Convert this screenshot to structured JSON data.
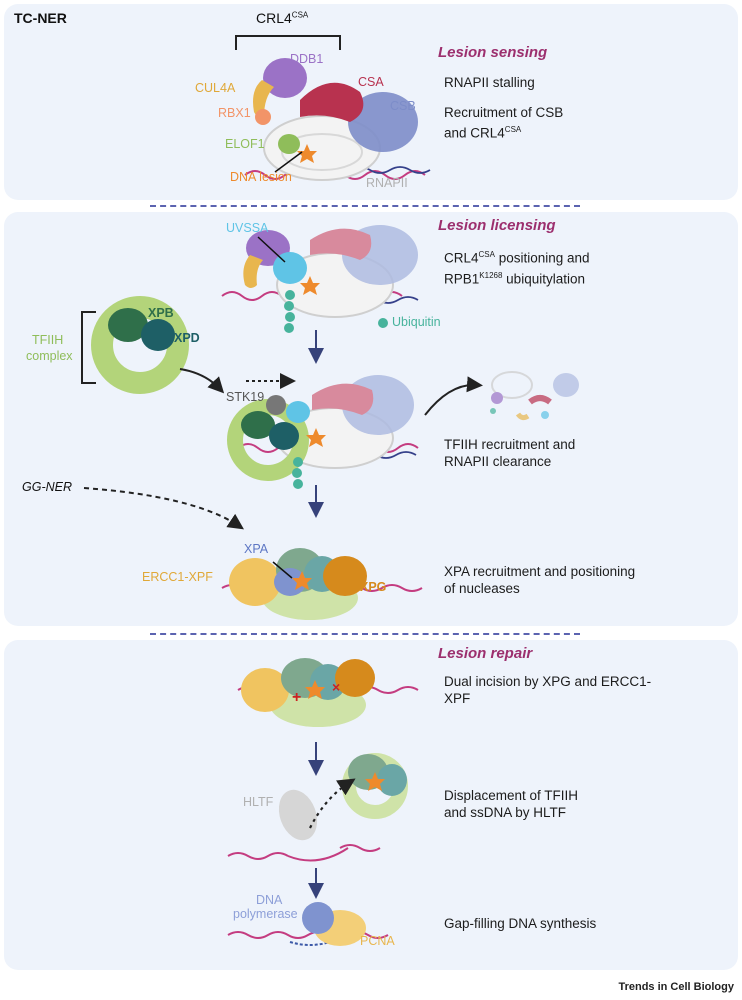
{
  "header": {
    "title": "TC-NER"
  },
  "complex_label": {
    "main": "CRL4",
    "sup": "CSA"
  },
  "stages": [
    {
      "title": "Lesion sensing"
    },
    {
      "title": "Lesion licensing"
    },
    {
      "title": "Lesion repair"
    }
  ],
  "steps": {
    "s1a": "RNAPII stalling",
    "s1b_main": "Recruitment of CSB",
    "s1b_line2": "and CRL4",
    "s1b_sup": "CSA",
    "s2a_main": "CRL4",
    "s2a_sup": "CSA",
    "s2a_rest": " positioning and",
    "s2a_line2": "RPB1",
    "s2a_sup2": "K1268",
    "s2a_rest2": " ubiquitylation",
    "s3a": "TFIIH recruitment and",
    "s3b": "RNAPII clearance",
    "s4a": "XPA recruitment and positioning",
    "s4b": "of nucleases",
    "s5a": "Dual incision by XPG and ERCC1-",
    "s5b": "XPF",
    "s6a": "Displacement of TFIIH",
    "s6b": "and ssDNA by HLTF",
    "s7": "Gap-filling DNA synthesis"
  },
  "labels": {
    "ddb1": "DDB1",
    "cul4a": "CUL4A",
    "csa": "CSA",
    "rbx1": "RBX1",
    "csb": "CSB",
    "elof1": "ELOF1",
    "dna_lesion": "DNA lesion",
    "rnapii": "RNAPII",
    "uvssa": "UVSSA",
    "ubiquitin": "Ubiquitin",
    "xpb": "XPB",
    "xpd": "XPD",
    "tfiih_1": "TFIIH",
    "tfiih_2": "complex",
    "stk19": "STK19",
    "ggner": "GG-NER",
    "xpa": "XPA",
    "ercc1xpf": "ERCC1-XPF",
    "xpg": "XPG",
    "hltf": "HLTF",
    "dnapol_1": "DNA",
    "dnapol_2": "polymerase",
    "pcna": "PCNA"
  },
  "footer": {
    "brand": "Trends in Cell Biology"
  },
  "colors": {
    "panel": "#eef3fb",
    "stage_title": "#9c2f6e",
    "ddb1": "#9b72c6",
    "cul4a": "#e8b64e",
    "csa": "#b8324f",
    "rbx1": "#f29468",
    "csb": "#7d8dc9",
    "elof1": "#8fbd5a",
    "lesion": "#ee8a2c",
    "uvssa": "#5fc4e6",
    "ubiquitin": "#47b39c",
    "xpb": "#2f6f4a",
    "xpd": "#1e5f66",
    "tfiih": "#b3d47a",
    "xpa": "#7f93cf",
    "xpg": "#d68a1c",
    "ercc1xpf": "#f0c460",
    "hltf": "#c9c9c9",
    "pcna": "#f3cf78",
    "dna": "#c43c80",
    "arrow": "#36427a"
  }
}
